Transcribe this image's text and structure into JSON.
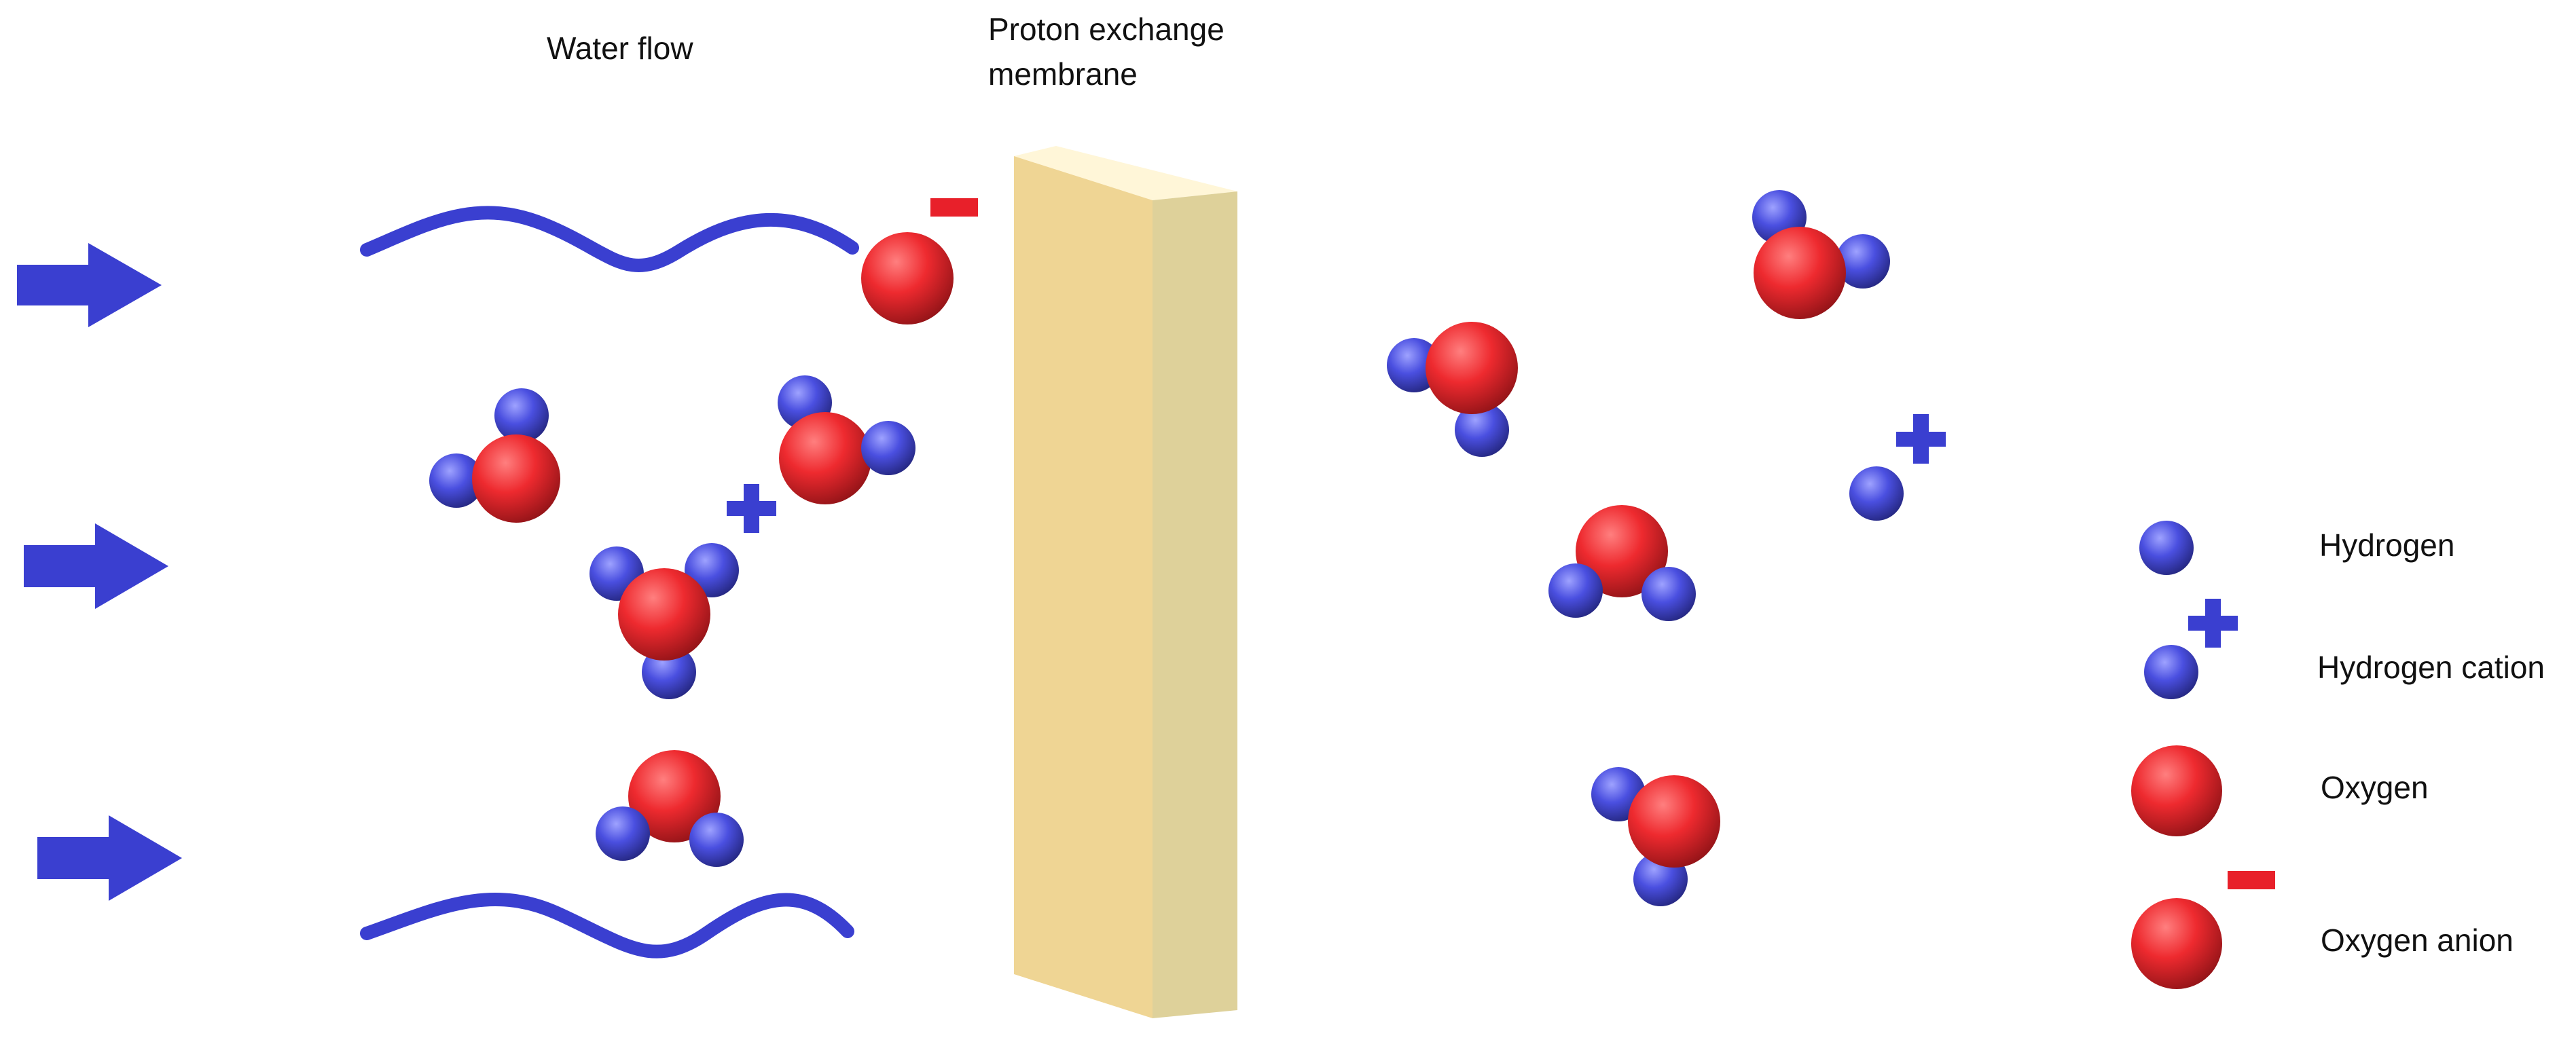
{
  "labels": {
    "water_flow": "Water flow",
    "membrane_line1": "Proton exchange",
    "membrane_line2": "membrane"
  },
  "legend": {
    "hydrogen": "Hydrogen",
    "hydrogen_cation": "Hydrogen cation",
    "oxygen": "Oxygen",
    "oxygen_anion": "Oxygen anion"
  },
  "colors": {
    "hydrogen": "#4a4fe0",
    "oxygen": "#ee2a2f",
    "flow": "#3a3fd0",
    "minus": "#e8202a",
    "membrane_front": "#efd594",
    "membrane_side": "#ded19a",
    "membrane_top": "#fff6d8"
  },
  "icons": {
    "flow_arrow": "arrow-right-icon",
    "plus": "plus-sign-icon",
    "minus": "minus-sign-icon"
  }
}
